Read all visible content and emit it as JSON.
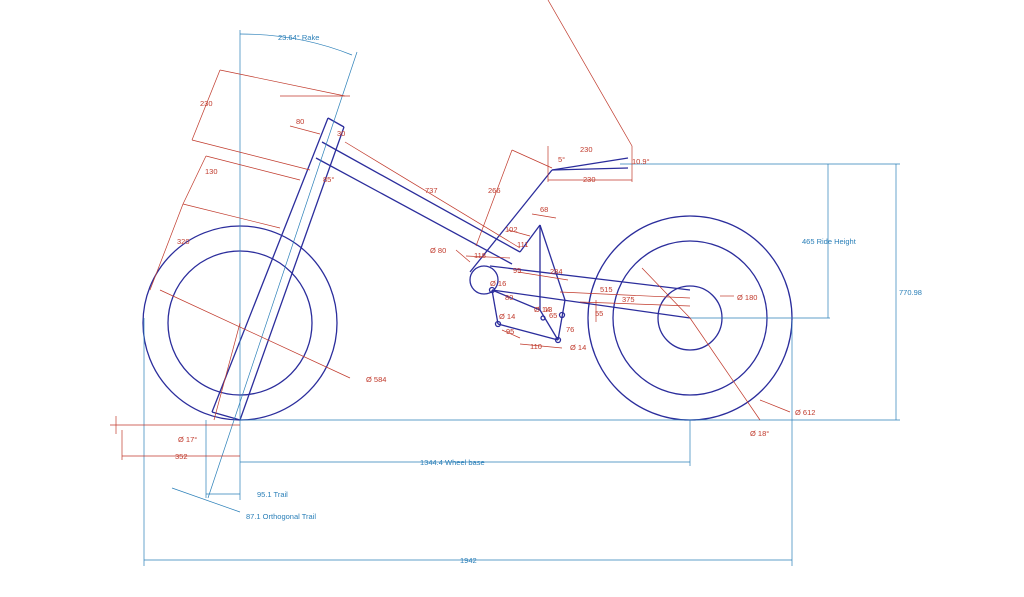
{
  "labels": {
    "rake": "23.64°  Rake",
    "trail": "95.1  Trail",
    "orthogonal_trail": "87.1  Orthogonal Trail",
    "wheel_base": "1344.4  Wheel base",
    "ride_height": "465  Ride Height",
    "overall_height": "770.98",
    "overall_length": "1942",
    "front_offset": "352",
    "front_wheel_dia": "Ø  584",
    "rear_wheel_dia": "Ø  612",
    "rear_hub_dia": "Ø  180",
    "rear_tilt": "Ø  18°",
    "front_tilt": "Ø  17°",
    "bb_dia": "Ø  80",
    "pivot_dia": "Ø  16",
    "pivot2_dia": "Ø  14",
    "pivot3_dia": "Ø  14",
    "pivot4_dia": "Ø  14",
    "d230_fork": "230",
    "d130_fork": "130",
    "d320_fork": "320",
    "d80_head": "80",
    "d30_head": "30",
    "angle_85": "85°",
    "d737": "737",
    "d266": "266",
    "d102": "102",
    "d111": "111",
    "d68": "68",
    "d118": "118",
    "d95": "95",
    "d284": "284",
    "d80_link": "80",
    "d515": "515",
    "d375": "375",
    "d55": "55",
    "d13": "13",
    "d65": "65",
    "d76": "76",
    "d95_low": "95",
    "d110": "110",
    "d230_seat_top": "230",
    "d230_seat_bottom": "230",
    "angle_seat": "10.9°",
    "angle_seat2": "5°"
  },
  "colors": {
    "frame": "#2b2d9c",
    "dimension_red": "#c0392b",
    "dimension_blue": "#2a7fb8"
  }
}
